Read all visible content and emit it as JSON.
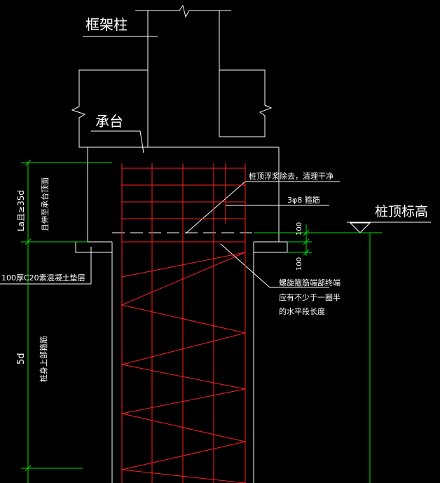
{
  "colors": {
    "background": "#000000",
    "outline": "#ffffff",
    "rebar": "#ff2020",
    "dimension": "#00e000"
  },
  "labels": {
    "frame_column": "框架柱",
    "pile_cap": "承台",
    "pile_top_elevation": "桩顶标高",
    "pile_head_note": "桩顶浮浆除去，清理干净",
    "stirrup": "3φ8 箍筋",
    "anchorage_1": "La且≥35d",
    "anchorage_2": "且伸至承台顶面",
    "cushion": "100厚C20素混凝土垫层",
    "spiral_1": "螺旋箍筋端部终端",
    "spiral_2": "应有不少于一圈半",
    "spiral_3": "的水平段长度",
    "dim_5d": "5d",
    "pile_note": "桩身上部箍筋",
    "dim_100_a": "100",
    "dim_100_b": "100"
  }
}
